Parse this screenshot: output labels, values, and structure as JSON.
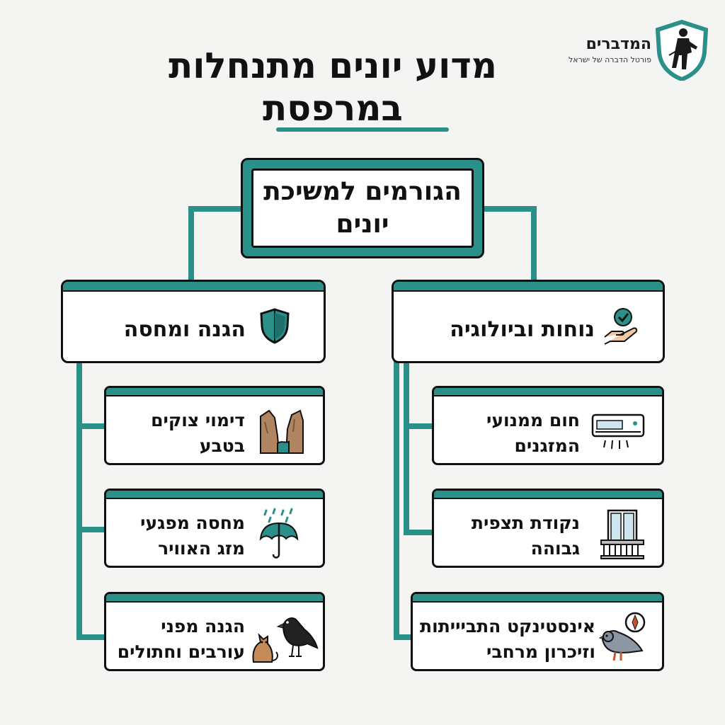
{
  "title": {
    "line1": "מדוע יונים מתנחלות",
    "line2": "במרפסת"
  },
  "logo": {
    "name": "המדברים",
    "tagline": "פורטל הדברה של ישראל"
  },
  "root": {
    "label": "הגורמים למשיכת יונים"
  },
  "categories": [
    {
      "label": "נוחות וביולוגיה",
      "icon": "hand-checkmark-icon",
      "items": [
        {
          "label": "חום ממנועי המזגנים",
          "icon": "air-conditioner-icon"
        },
        {
          "label": "נקודת תצפית גבוהה",
          "icon": "balcony-icon"
        },
        {
          "label": "אינסטינקט התביייתות וזיכרון מרחבי",
          "icon": "pigeon-compass-icon"
        }
      ]
    },
    {
      "label": "הגנה ומחסה",
      "icon": "shield-icon",
      "items": [
        {
          "label": "דימוי צוקים בטבע",
          "icon": "cliffs-icon"
        },
        {
          "label": "מחסה מפגעי מזג האוויר",
          "icon": "umbrella-rain-icon"
        },
        {
          "label": "הגנה מפני עורבים וחתולים",
          "icon": "crow-cat-icon"
        }
      ]
    }
  ],
  "colors": {
    "accent": "#2b8f8a",
    "border": "#111111",
    "background": "#f4f5f3"
  }
}
